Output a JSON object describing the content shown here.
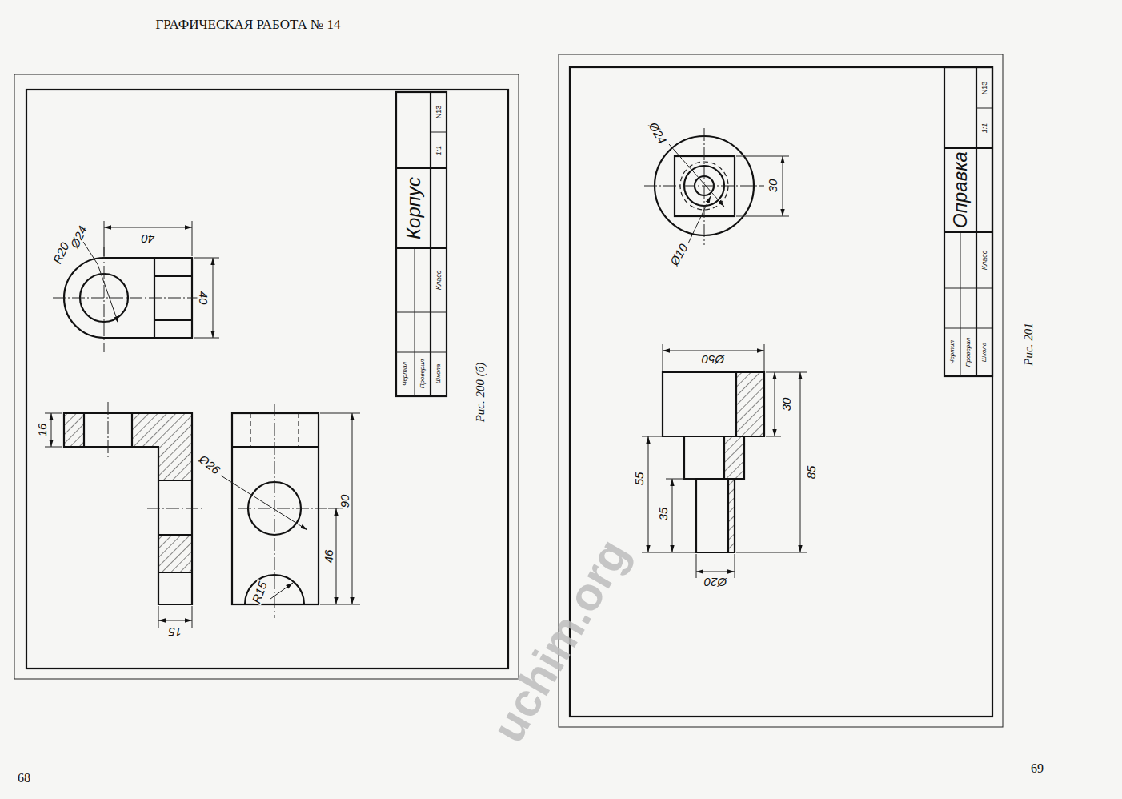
{
  "diagram": {
    "title": "ГРАФИЧЕСКАЯ РАБОТА № 14",
    "labels": [
      "R20",
      "Ø24",
      "40",
      "40",
      "Корпус",
      "1:1",
      "N13",
      "Чертил",
      "Проверил",
      "Школа",
      "Класс",
      "Рис. 200 (б)",
      "16",
      "Ø26",
      "90",
      "46",
      "R15",
      "15",
      "68",
      "Ø24",
      "30",
      "Ø10",
      "Оправка",
      "1:1",
      "N13",
      "Класс",
      "Чертил",
      "Проверил",
      "Школа",
      "Рис. 201",
      "Ø50",
      "30",
      "85",
      "55",
      "35",
      "Ø20",
      "uchim.org",
      "69"
    ]
  }
}
